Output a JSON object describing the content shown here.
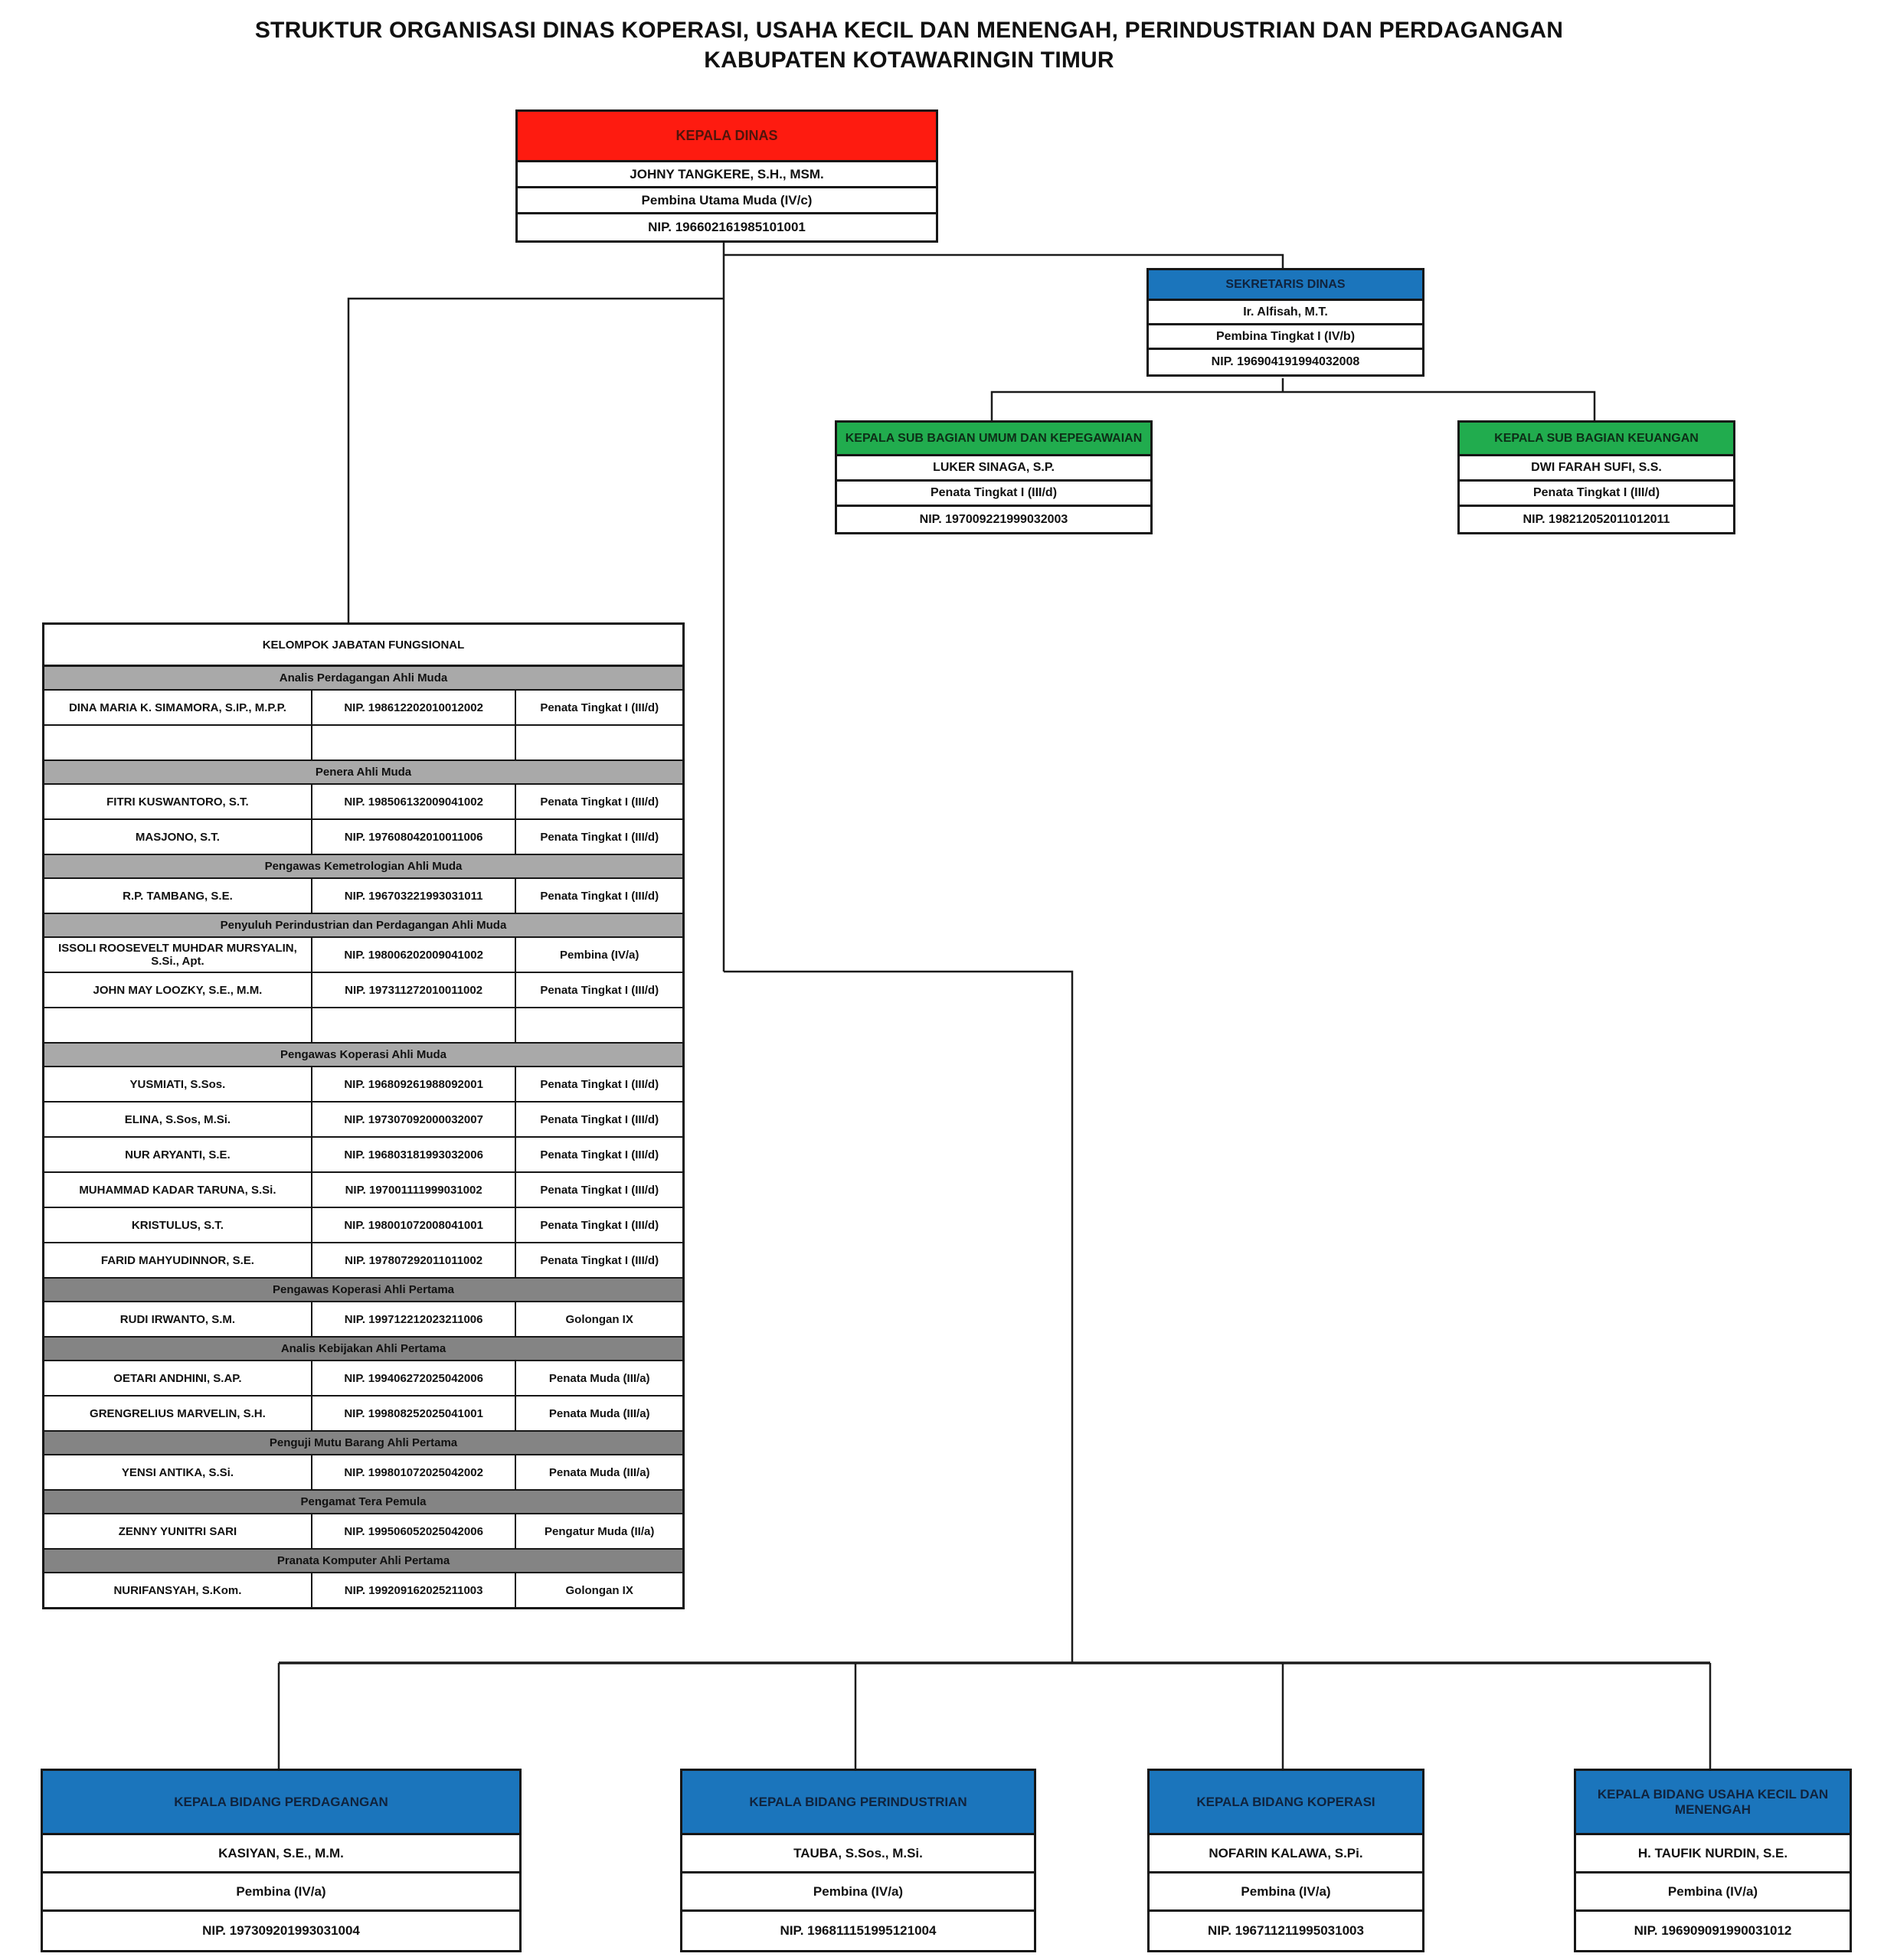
{
  "title": {
    "line1": "STRUKTUR ORGANISASI DINAS KOPERASI, USAHA KECIL DAN MENENGAH, PERINDUSTRIAN DAN PERDAGANGAN",
    "line2": "KABUPATEN KOTAWARINGIN TIMUR"
  },
  "colors": {
    "kepala_dinas_header": "#fe1b10",
    "sekretaris_bidang_header": "#1b75bc",
    "sub_bagian_header": "#21ac4e",
    "section_bar_light": "#a9a9a9",
    "section_bar_dark": "#848484"
  },
  "boxes": {
    "kepala_dinas": {
      "title": "KEPALA DINAS",
      "name": "JOHNY TANGKERE, S.H., MSM.",
      "rank": "Pembina Utama Muda (IV/c)",
      "nip": "NIP. 196602161985101001"
    },
    "sekretaris_dinas": {
      "title": "SEKRETARIS DINAS",
      "name": "Ir. Alfisah, M.T.",
      "rank": "Pembina Tingkat I (IV/b)",
      "nip": "NIP. 196904191994032008"
    },
    "subbag_umum": {
      "title": "KEPALA SUB BAGIAN UMUM DAN KEPEGAWAIAN",
      "name": "LUKER SINAGA, S.P.",
      "rank": "Penata Tingkat I (III/d)",
      "nip": "NIP. 197009221999032003"
    },
    "subbag_keuangan": {
      "title": "KEPALA SUB BAGIAN KEUANGAN",
      "name": "DWI FARAH SUFI, S.S.",
      "rank": "Penata Tingkat I (III/d)",
      "nip": "NIP. 198212052011012011"
    },
    "bidang_perdagangan": {
      "title": "KEPALA BIDANG PERDAGANGAN",
      "name": "KASIYAN, S.E., M.M.",
      "rank": "Pembina (IV/a)",
      "nip": "NIP. 197309201993031004"
    },
    "bidang_perindustrian": {
      "title": "KEPALA BIDANG PERINDUSTRIAN",
      "name": "TAUBA, S.Sos., M.Si.",
      "rank": "Pembina (IV/a)",
      "nip": "NIP. 196811151995121004"
    },
    "bidang_koperasi": {
      "title": "KEPALA BIDANG KOPERASI",
      "name": "NOFARIN KALAWA, S.Pi.",
      "rank": "Pembina (IV/a)",
      "nip": "NIP. 196711211995031003"
    },
    "bidang_ukm": {
      "title": "KEPALA BIDANG USAHA KECIL DAN MENENGAH",
      "name": "H. TAUFIK NURDIN, S.E.",
      "rank": "Pembina (IV/a)",
      "nip": "NIP. 196909091990031012"
    }
  },
  "fungsional": {
    "header": "KELOMPOK JABATAN FUNGSIONAL",
    "rows": [
      {
        "type": "section",
        "tone": "light",
        "label": "Analis Perdagangan Ahli Muda"
      },
      {
        "type": "person",
        "name": "DINA MARIA K. SIMAMORA, S.IP., M.P.P.",
        "nip": "NIP. 198612202010012002",
        "rank": "Penata Tingkat I (III/d)"
      },
      {
        "type": "empty"
      },
      {
        "type": "section",
        "tone": "light",
        "label": "Penera Ahli Muda"
      },
      {
        "type": "person",
        "name": "FITRI KUSWANTORO, S.T.",
        "nip": "NIP. 198506132009041002",
        "rank": "Penata Tingkat I (III/d)"
      },
      {
        "type": "person",
        "name": "MASJONO, S.T.",
        "nip": "NIP. 197608042010011006",
        "rank": "Penata Tingkat I (III/d)"
      },
      {
        "type": "section",
        "tone": "light",
        "label": "Pengawas Kemetrologian Ahli Muda"
      },
      {
        "type": "person",
        "name": "R.P. TAMBANG, S.E.",
        "nip": "NIP. 196703221993031011",
        "rank": "Penata Tingkat I (III/d)"
      },
      {
        "type": "section",
        "tone": "light",
        "label": "Penyuluh Perindustrian dan Perdagangan Ahli Muda"
      },
      {
        "type": "person",
        "name": "ISSOLI ROOSEVELT MUHDAR MURSYALIN, S.Si., Apt.",
        "nip": "NIP. 198006202009041002",
        "rank": "Pembina (IV/a)"
      },
      {
        "type": "person",
        "name": "JOHN MAY LOOZKY, S.E., M.M.",
        "nip": "NIP. 197311272010011002",
        "rank": "Penata Tingkat I (III/d)"
      },
      {
        "type": "empty"
      },
      {
        "type": "section",
        "tone": "light",
        "label": "Pengawas Koperasi Ahli Muda"
      },
      {
        "type": "person",
        "name": "YUSMIATI, S.Sos.",
        "nip": "NIP. 196809261988092001",
        "rank": "Penata Tingkat I (III/d)"
      },
      {
        "type": "person",
        "name": "ELINA, S.Sos, M.Si.",
        "nip": "NIP. 197307092000032007",
        "rank": "Penata Tingkat I (III/d)"
      },
      {
        "type": "person",
        "name": "NUR ARYANTI, S.E.",
        "nip": "NIP. 196803181993032006",
        "rank": "Penata Tingkat I (III/d)"
      },
      {
        "type": "person",
        "name": "MUHAMMAD KADAR TARUNA, S.Si.",
        "nip": "NIP. 197001111999031002",
        "rank": "Penata Tingkat I (III/d)"
      },
      {
        "type": "person",
        "name": "KRISTULUS, S.T.",
        "nip": "NIP. 198001072008041001",
        "rank": "Penata Tingkat I (III/d)"
      },
      {
        "type": "person",
        "name": "FARID MAHYUDINNOR, S.E.",
        "nip": "NIP. 197807292011011002",
        "rank": "Penata Tingkat I (III/d)"
      },
      {
        "type": "section",
        "tone": "dark",
        "label": "Pengawas Koperasi Ahli Pertama"
      },
      {
        "type": "person",
        "name": "RUDI IRWANTO, S.M.",
        "nip": "NIP. 199712212023211006",
        "rank": "Golongan IX"
      },
      {
        "type": "section",
        "tone": "dark",
        "label": "Analis Kebijakan Ahli Pertama"
      },
      {
        "type": "person",
        "name": "OETARI ANDHINI, S.AP.",
        "nip": "NIP. 199406272025042006",
        "rank": "Penata Muda (III/a)"
      },
      {
        "type": "person",
        "name": "GRENGRELIUS MARVELIN, S.H.",
        "nip": "NIP. 199808252025041001",
        "rank": "Penata Muda (III/a)"
      },
      {
        "type": "section",
        "tone": "dark",
        "label": "Penguji Mutu Barang Ahli Pertama"
      },
      {
        "type": "person",
        "name": "YENSI ANTIKA, S.Si.",
        "nip": "NIP. 199801072025042002",
        "rank": "Penata Muda (III/a)"
      },
      {
        "type": "section",
        "tone": "dark",
        "label": "Pengamat Tera Pemula"
      },
      {
        "type": "person",
        "name": "ZENNY YUNITRI SARI",
        "nip": "NIP. 199506052025042006",
        "rank": "Pengatur Muda (II/a)"
      },
      {
        "type": "section",
        "tone": "dark",
        "label": "Pranata Komputer Ahli Pertama"
      },
      {
        "type": "person",
        "name": "NURIFANSYAH, S.Kom.",
        "nip": "NIP. 199209162025211003",
        "rank": "Golongan IX"
      }
    ]
  }
}
